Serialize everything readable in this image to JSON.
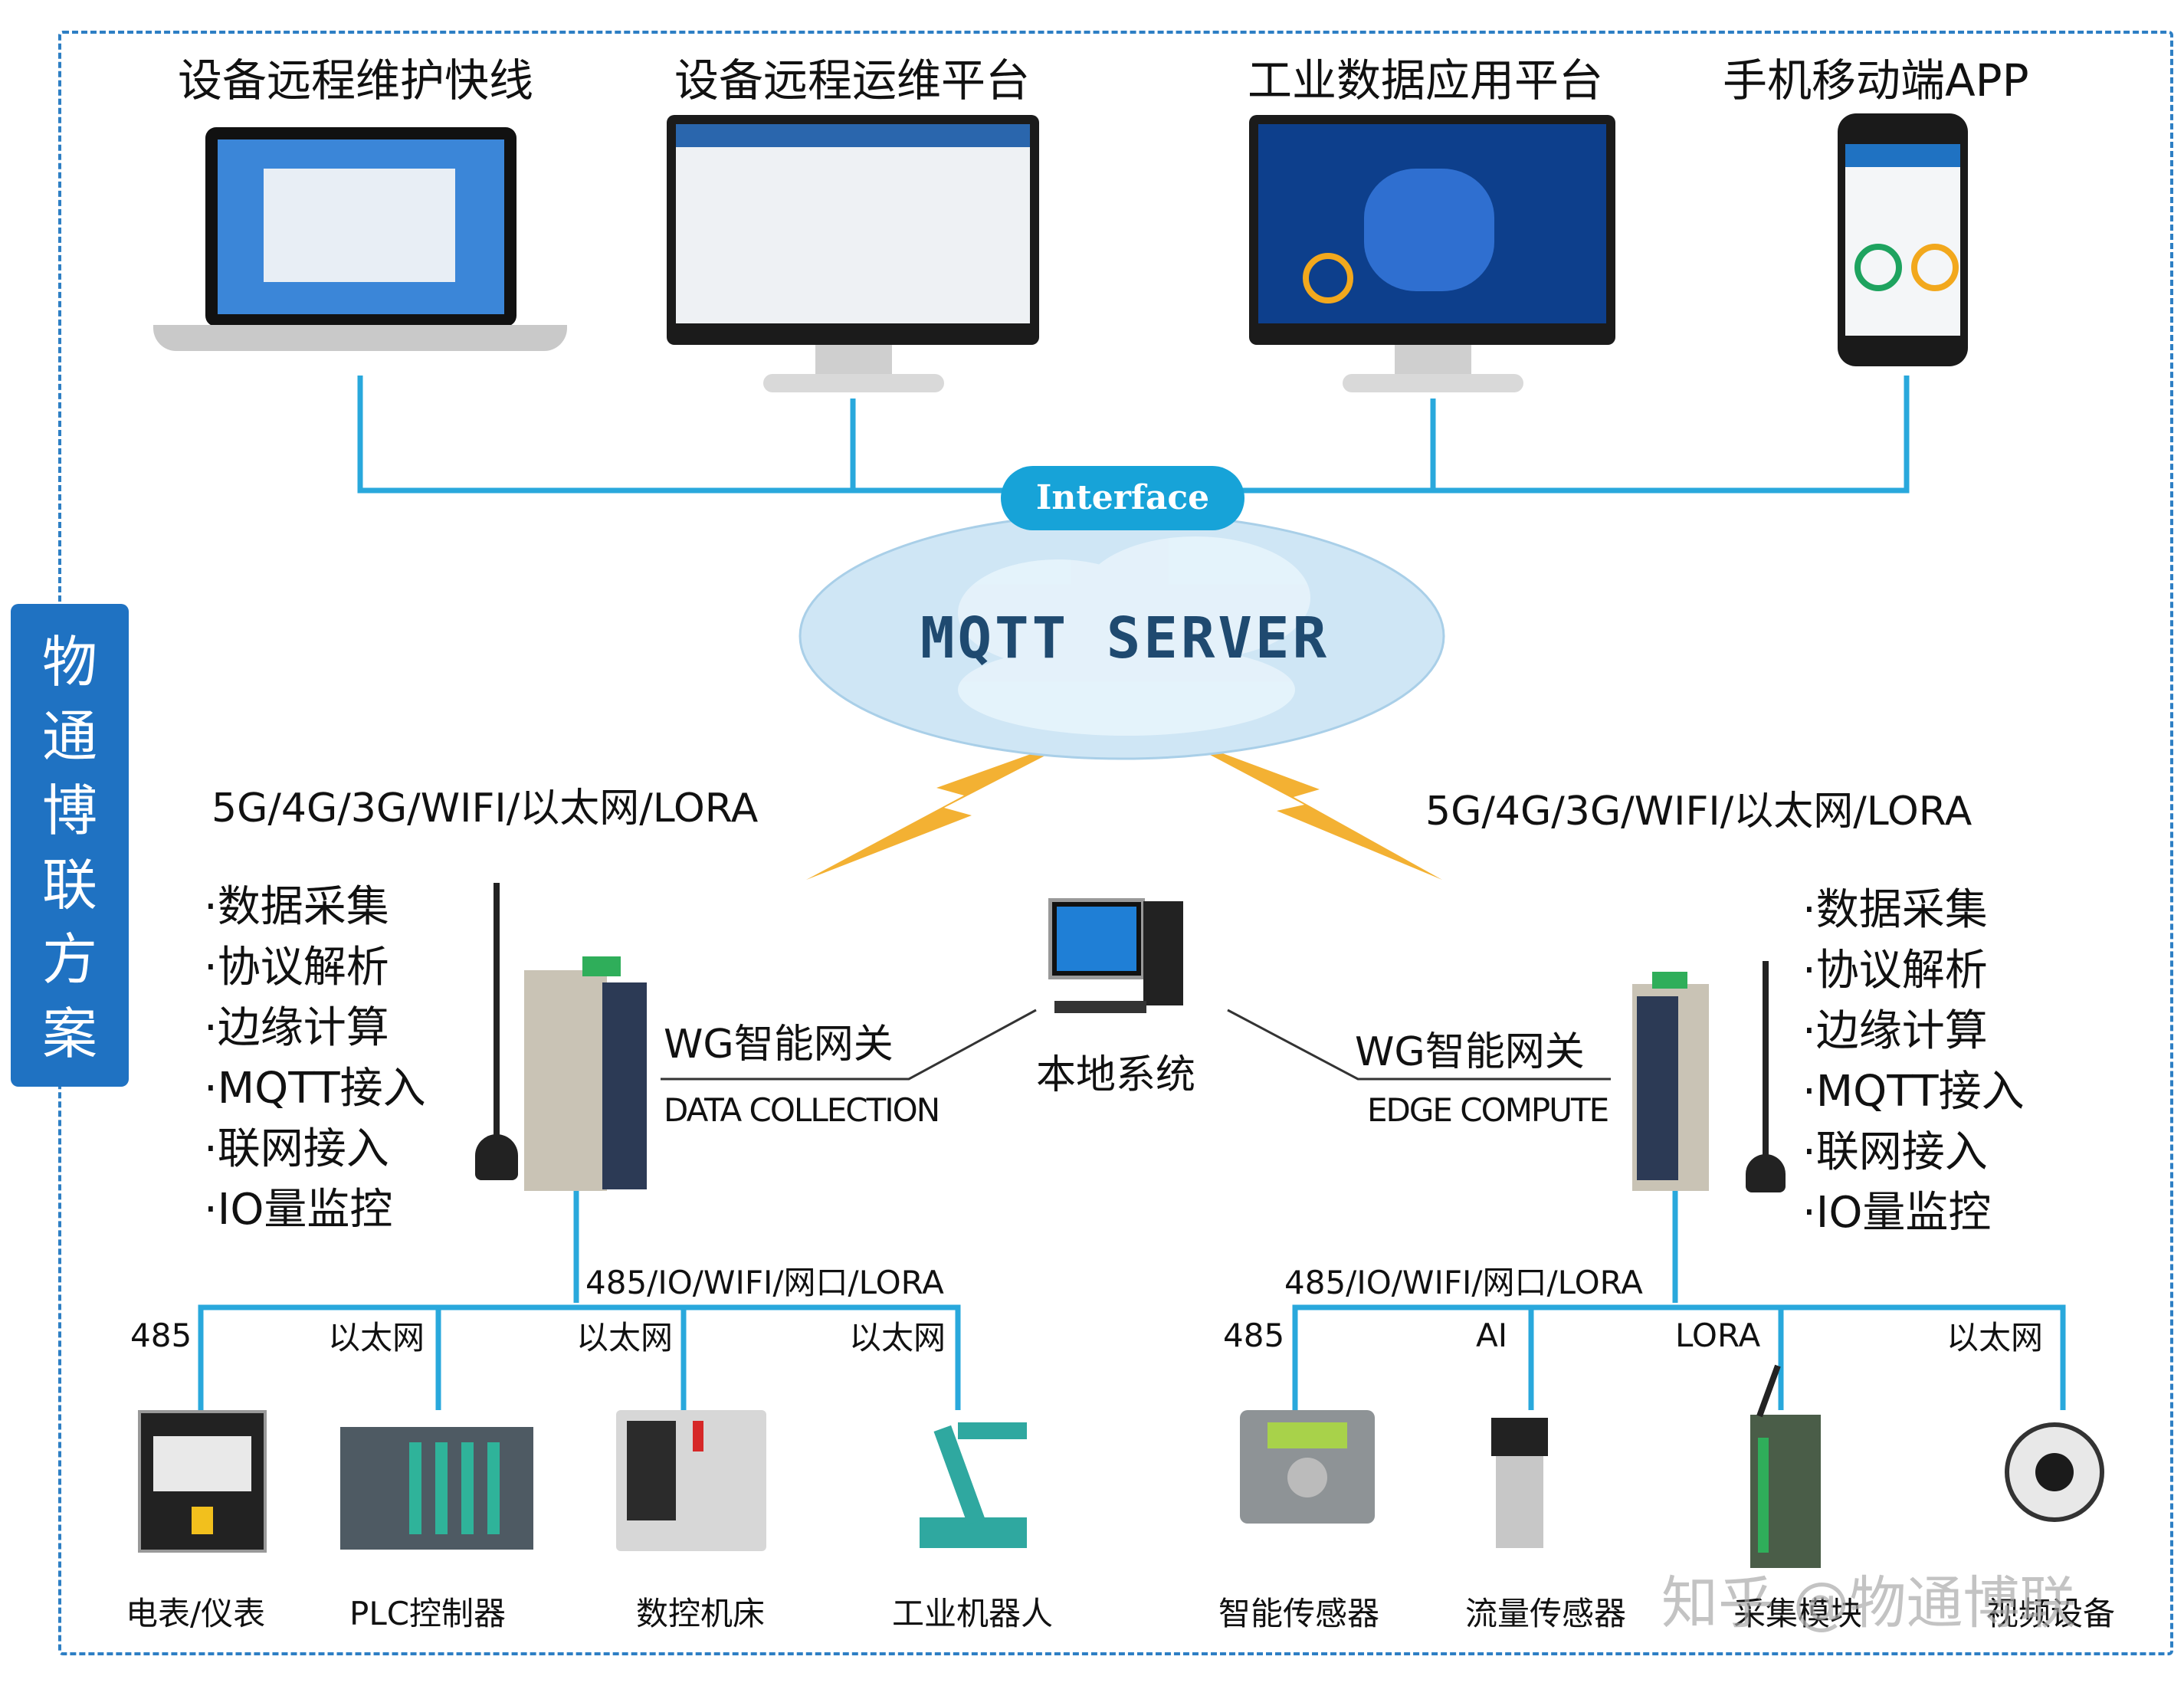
{
  "side_tab": {
    "chars": [
      "物",
      "通",
      "博",
      "联",
      "方",
      "案"
    ]
  },
  "top_platforms": [
    {
      "label": "设备远程维护快线"
    },
    {
      "label": "设备远程运维平台"
    },
    {
      "label": "工业数据应用平台"
    },
    {
      "label": "手机移动端APP"
    }
  ],
  "interface_label": "Interface",
  "server_label": "MQTT SERVER",
  "network_left": "5G/4G/3G/WIFI/以太网/LORA",
  "network_right": "5G/4G/3G/WIFI/以太网/LORA",
  "features_left": [
    "·数据采集",
    "·协议解析",
    "·边缘计算",
    "·MQTT接入",
    "·联网接入",
    "·IO量监控"
  ],
  "features_right": [
    "·数据采集",
    "·协议解析",
    "·边缘计算",
    "·MQTT接入",
    "·联网接入",
    "·IO量监控"
  ],
  "gateway_left": {
    "name": "WG智能网关",
    "sub": "DATA COLLECTION"
  },
  "gateway_right": {
    "name": "WG智能网关",
    "sub": "EDGE COMPUTE"
  },
  "local_system": "本地系统",
  "bus_left": "485/IO/WIFI/网口/LORA",
  "bus_right": "485/IO/WIFI/网口/LORA",
  "left_devices": [
    {
      "link": "485",
      "name": "电表/仪表"
    },
    {
      "link": "以太网",
      "name": "PLC控制器"
    },
    {
      "link": "以太网",
      "name": "数控机床"
    },
    {
      "link": "以太网",
      "name": "工业机器人"
    }
  ],
  "right_devices": [
    {
      "link": "485",
      "name": "智能传感器"
    },
    {
      "link": "AI",
      "name": "流量传感器"
    },
    {
      "link": "LORA",
      "name": "采集模块"
    },
    {
      "link": "以太网",
      "name": "视频设备"
    }
  ],
  "watermark": "知乎 @物通博联",
  "colors": {
    "accent": "#1f72c2",
    "wire": "#29a8dc",
    "bolt": "#f2a81d",
    "frame": "#2e7fc4"
  }
}
